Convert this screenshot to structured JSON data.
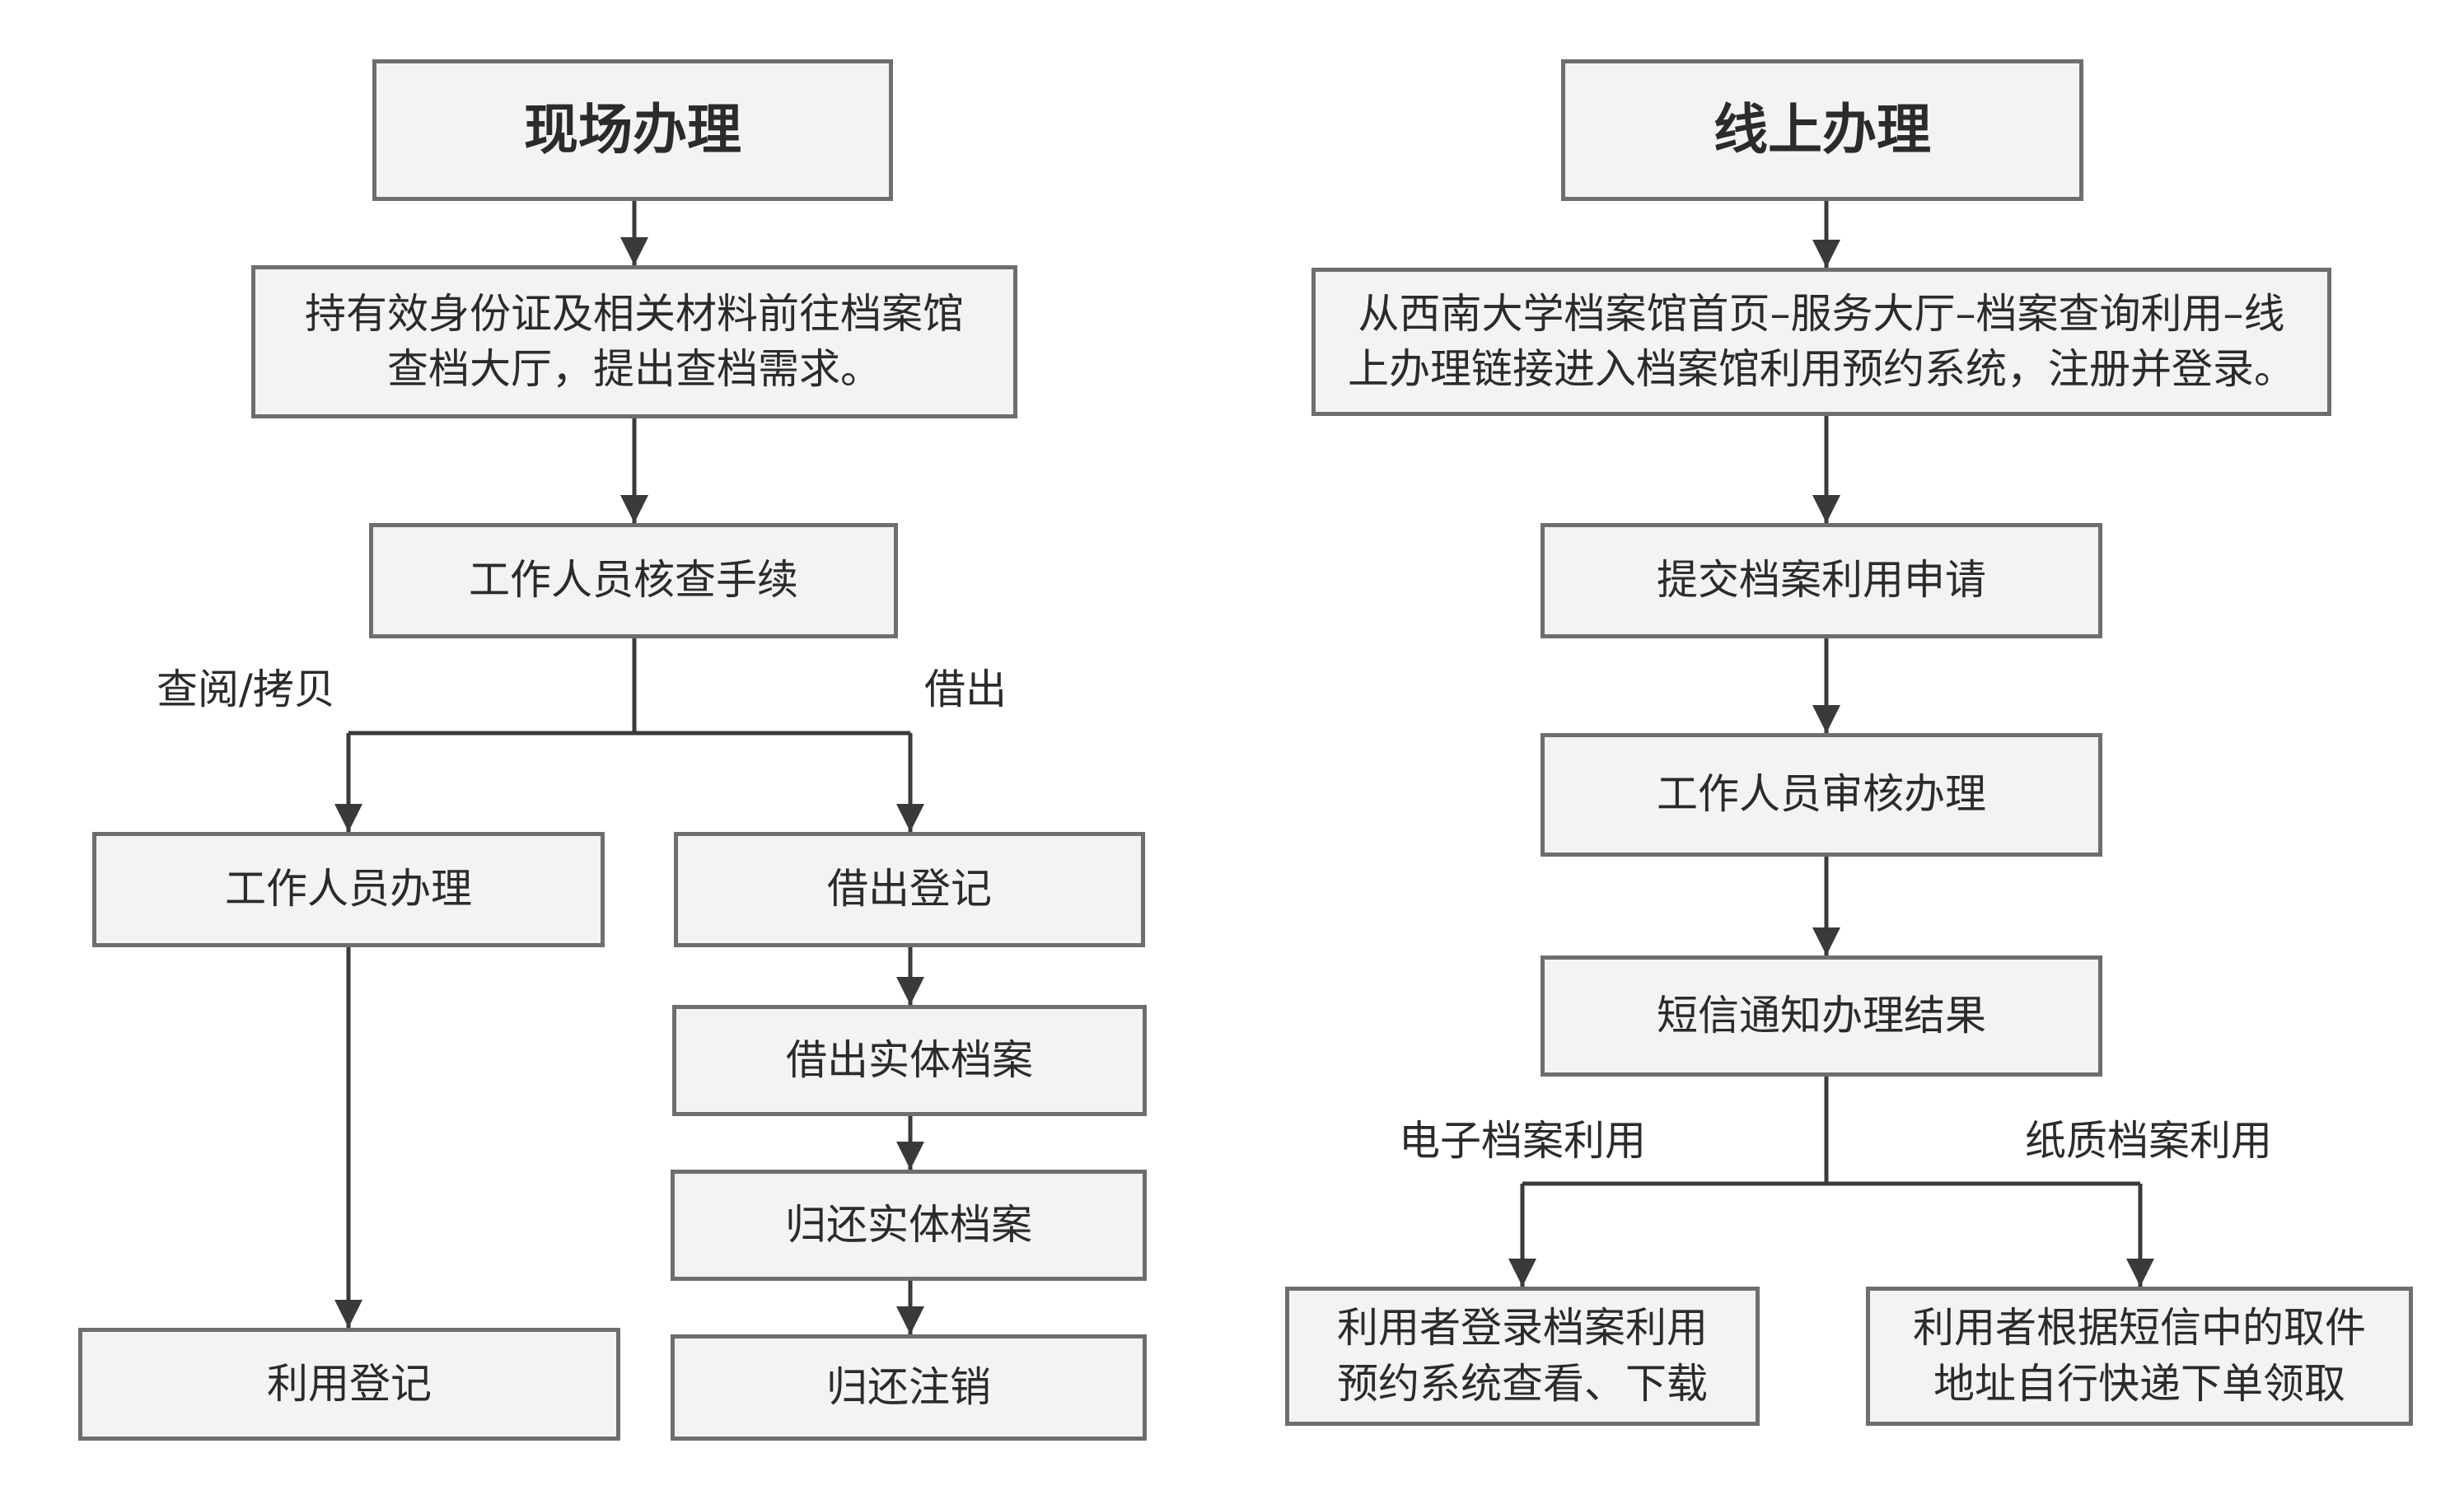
{
  "onsite": {
    "title": "现场办理",
    "step1": [
      "持有效身份证及相关材料前往档案馆",
      "查档大厅，提出查档需求。"
    ],
    "step2": "工作人员核查手续",
    "branch_view_label": "查阅/拷贝",
    "branch_borrow_label": "借出",
    "view_handle": "工作人员办理",
    "view_register": "利用登记",
    "borrow_register": "借出登记",
    "borrow_physical": "借出实体档案",
    "return_physical": "归还实体档案",
    "return_cancel": "归还注销"
  },
  "online": {
    "title": "线上办理",
    "step1": [
      "从西南大学档案馆首页–服务大厅–档案查询利用–线",
      "上办理链接进入档案馆利用预约系统，注册并登录。"
    ],
    "step2": "提交档案利用申请",
    "step3": "工作人员审核办理",
    "step4": "短信通知办理结果",
    "branch_electronic_label": "电子档案利用",
    "branch_paper_label": "纸质档案利用",
    "electronic_result": [
      "利用者登录档案利用",
      "预约系统查看、下载"
    ],
    "paper_result": [
      "利用者根据短信中的取件",
      "地址自行快递下单领取"
    ]
  },
  "colors": {
    "box_fill": "#f3f3f3",
    "box_border": "#6e6e6e",
    "arrow": "#3a3a3a",
    "text": "#2b2b2b"
  }
}
